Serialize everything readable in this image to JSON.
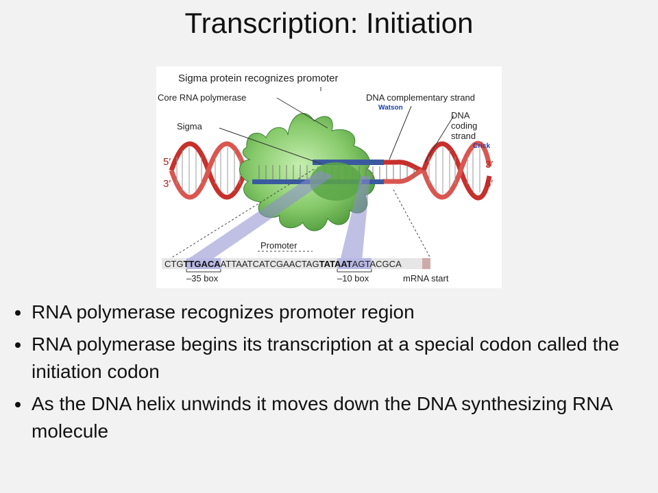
{
  "slide": {
    "title": "Transcription: Initiation"
  },
  "figure": {
    "labels": {
      "sigma_recognizes": "Sigma protein recognizes promoter",
      "core_polymerase": "Core RNA polymerase",
      "sigma": "Sigma",
      "dna_complementary": "DNA complementary strand",
      "watson": "Watson",
      "dna_coding_1": "DNA",
      "dna_coding_2": "coding",
      "dna_coding_3": "strand",
      "crick": "Crick",
      "five_prime_left": "5′",
      "three_prime_left": "3′",
      "three_prime_right": "3′",
      "five_prime_right": "5′",
      "promoter": "Promoter",
      "box35": "–35 box",
      "box10": "–10 box",
      "mrna_start": "mRNA start"
    },
    "sequence": {
      "seg1": "CTG",
      "box35_seq": "TTGACA",
      "seg2": "ATTAATCATCGAACTAG",
      "box10_seq": "TATAAT",
      "seg3": "AGTACGC",
      "start_base": "A"
    },
    "colors": {
      "dna_red": "#c8302c",
      "strand_blue": "#3a5aa0",
      "polymerase_green": "#7cc45c",
      "beam_purple": "#8c8cd0"
    }
  },
  "bullets": [
    "RNA polymerase recognizes promoter region",
    "RNA polymerase begins its transcription at a special codon called the initiation codon",
    "As the DNA helix unwinds it moves down the DNA synthesizing RNA molecule"
  ]
}
